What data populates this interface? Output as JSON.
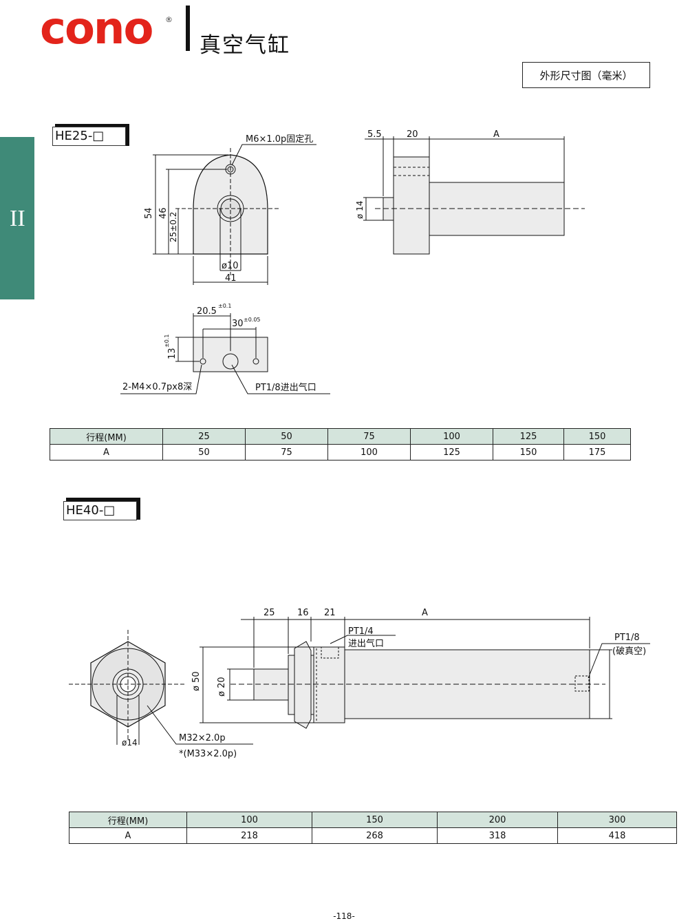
{
  "header": {
    "logo_text": "cono",
    "logo_registered": "®",
    "title": "真空气缸",
    "units_label": "外形尺寸图（毫米）"
  },
  "side_tab": {
    "label": "II",
    "color": "#3f8a78"
  },
  "he25": {
    "model": "HE25-□",
    "front_view": {
      "hole_label": "M6×1.0p固定孔",
      "dim_54": "54",
      "dim_46": "46",
      "dim_25": "25±0.2",
      "dim_10": "ø10",
      "dim_41": "41"
    },
    "side_view": {
      "dim_5_5": "5.5",
      "dim_20": "20",
      "dim_A": "A",
      "dim_14": "ø 14"
    },
    "bottom_view": {
      "dim_20_5": "20.5",
      "tol_20_5": "±0.1",
      "dim_30": "30",
      "tol_30": "±0.05",
      "dim_13": "13",
      "tol_13": "±0.1",
      "tap_label": "2-M4×0.7px8深",
      "port_label": "PT1/8进出气口"
    },
    "table": {
      "row_labels": [
        "行程(MM)",
        "A"
      ],
      "stroke": [
        "25",
        "50",
        "75",
        "100",
        "125",
        "150"
      ],
      "A": [
        "50",
        "75",
        "100",
        "125",
        "150",
        "175"
      ]
    }
  },
  "he40": {
    "model": "HE40-□",
    "end_view": {
      "dim_14": "ø14",
      "thread": "M32×2.0p",
      "thread_alt": "*(M33×2.0p)"
    },
    "side_view": {
      "dim_25": "25",
      "dim_16": "16",
      "dim_21": "21",
      "dim_A": "A",
      "port_in": "PT1/4",
      "port_in_label": "进出气口",
      "port_vac": "PT1/8",
      "port_vac_label": "(破真空)",
      "dim_50": "ø 50",
      "dim_20": "ø 20"
    },
    "table": {
      "row_labels": [
        "行程(MM)",
        "A"
      ],
      "stroke": [
        "100",
        "150",
        "200",
        "300"
      ],
      "A": [
        "218",
        "268",
        "318",
        "418"
      ]
    }
  },
  "footer": {
    "page_number": "-118-"
  },
  "colors": {
    "brand_red": "#e3241b",
    "part_fill": "#ececec",
    "table_header": "#d4e4dc"
  }
}
